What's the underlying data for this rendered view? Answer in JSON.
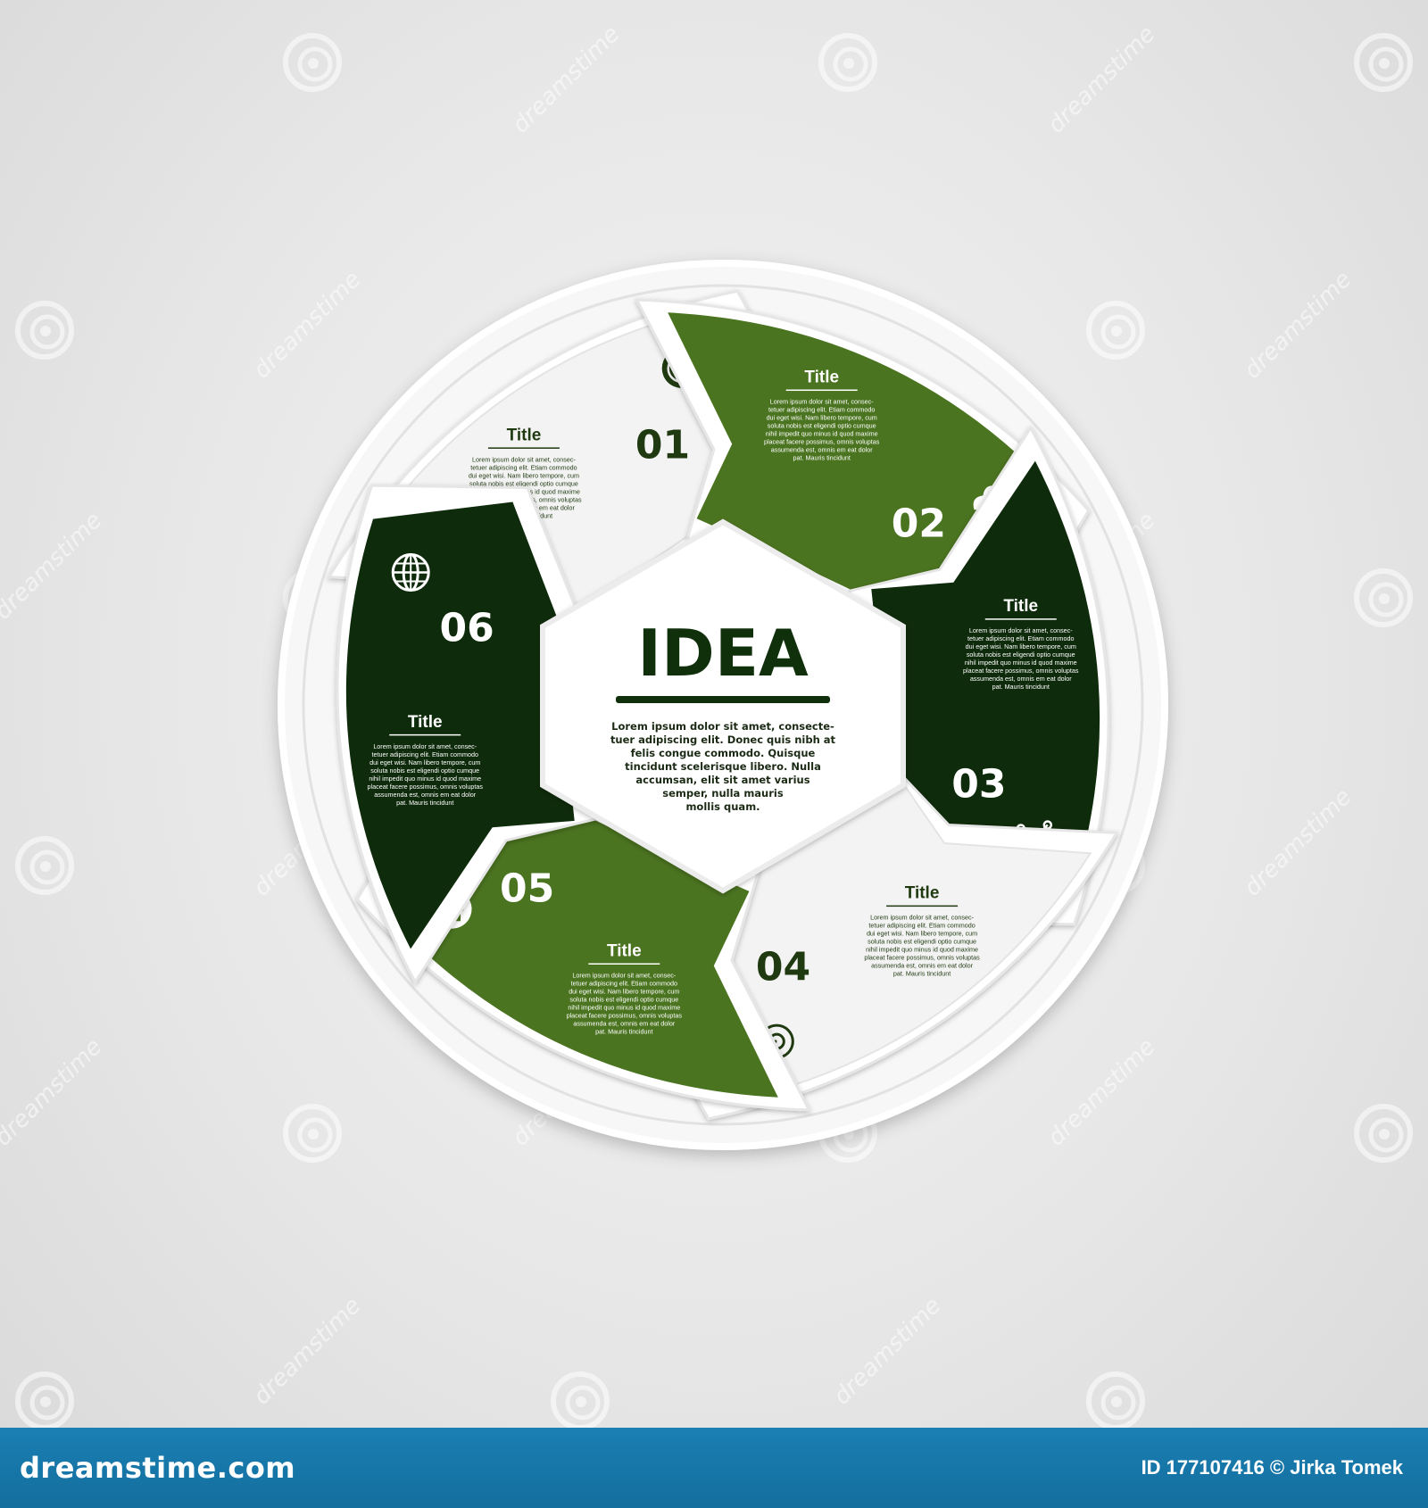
{
  "diagram": {
    "center": {
      "title": "IDEA",
      "text_lines": [
        "Lorem ipsum dolor sit amet, consecte-",
        "tuer adipiscing elit. Donec quis nibh at",
        "felis congue commodo. Quisque",
        "tincidunt scelerisque libero. Nulla",
        "accumsan, elit sit amet varius",
        "semper, nulla mauris",
        "mollis quam."
      ]
    },
    "segment_body_lines": [
      "Lorem ipsum dolor sit amet, consec-",
      "tetuer adipiscing elit. Etiam commodo",
      "dui eget wisi. Nam libero tempore, cum",
      "soluta nobis est eligendi optio cumque",
      "nihil impedit quo minus id quod maxime",
      "placeat facere possimus, omnis voluptas",
      "assumenda est, omnis em eat dolor",
      "pat.    Mauris    tincidunt"
    ],
    "segments": [
      {
        "number": "01",
        "title": "Title",
        "icon": "clock-icon",
        "fill": "#f3f3f3",
        "text_color": "#1f3a10"
      },
      {
        "number": "02",
        "title": "Title",
        "icon": "cloud-icon",
        "fill": "#4b7420",
        "text_color": "#ffffff"
      },
      {
        "number": "03",
        "title": "Title",
        "icon": "network-icon",
        "fill": "#0e2b0b",
        "text_color": "#ffffff"
      },
      {
        "number": "04",
        "title": "Title",
        "icon": "target-icon",
        "fill": "#f3f3f3",
        "text_color": "#1f3a10"
      },
      {
        "number": "05",
        "title": "Title",
        "icon": "home-icon",
        "fill": "#4b7420",
        "text_color": "#ffffff"
      },
      {
        "number": "06",
        "title": "Title",
        "icon": "globe-icon",
        "fill": "#0e2b0b",
        "text_color": "#ffffff"
      }
    ],
    "colors": {
      "dark_green": "#0e2b0b",
      "olive_green": "#4b7420",
      "light": "#f3f3f3",
      "outline": "#ffffff"
    }
  },
  "watermark": {
    "text": "dreamstime"
  },
  "footer": {
    "logo": "dreamstime.com",
    "credit": "ID 177107416 © Jirka Tomek"
  }
}
